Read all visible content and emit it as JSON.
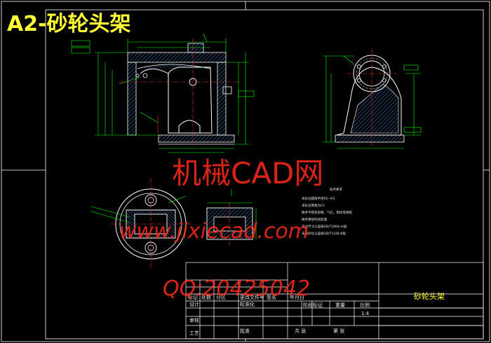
{
  "drawing": {
    "title": "A2-砂轮头架",
    "name_in_title_block": "砂轮头架",
    "scale": "1:4"
  },
  "watermark": {
    "line1": "机械CAD网",
    "line2": "www.jixiecad.com",
    "line3": "QQ:20425042"
  },
  "title_block": {
    "row_labels": [
      "标记",
      "处数",
      "分区",
      "更改文件号",
      "签名",
      "年月日"
    ],
    "design_label": "设计",
    "standard_label": "标准化",
    "stage_label": "阶段标记",
    "weight_label": "重量",
    "scale_label": "比例",
    "audit_label": "审核",
    "process_label": "工艺",
    "approve_label": "批准",
    "sheet_total": "共  张",
    "sheet_no": "第  张"
  },
  "tech_notes": {
    "heading": "技术要求",
    "lines": [
      "未标注圆角半径R2~R3",
      "未标注倒角为C1",
      "铸件不得有砂眼、气孔、裂纹等缺陷",
      "铸件需经时效处理",
      "未注尺寸公差按GB/T1804-m级",
      "未注形位公差按GB/T1184-K级"
    ]
  },
  "colors": {
    "background": "#000000",
    "frame": "#ffffff",
    "outline": "#ffffff",
    "dimension": "#00ff00",
    "hatch": "#4da6ff",
    "center_line": "#ff3030",
    "watermark": "#ff2a1a",
    "title": "#ffff33"
  }
}
